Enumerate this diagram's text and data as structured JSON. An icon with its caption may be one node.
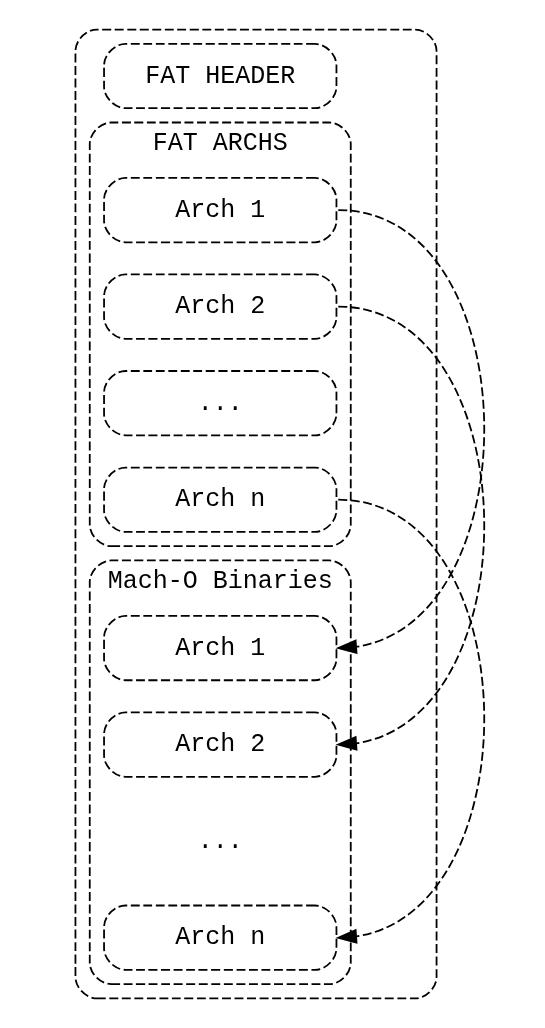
{
  "diagram": {
    "nodes": [
      {
        "text": [],
        "shape": "box"
      },
      {
        "text": [
          "FAT HEADER"
        ],
        "in": 0
      },
      {
        "text": [
          "FAT ARCHS"
        ],
        "in": 0
      },
      {
        "text": [
          "Arch 1"
        ],
        "in": 2
      },
      {
        "text": [
          "Arch 2"
        ],
        "in": 2
      },
      {
        "text": [
          "..."
        ],
        "in": 2
      },
      {
        "text": [
          "Arch n"
        ],
        "in": 2
      },
      {
        "text": [
          "Mach-O Binaries"
        ],
        "in": 0
      },
      {
        "text": [
          "Arch 1"
        ],
        "in": 7
      },
      {
        "text": [
          "Arch 2"
        ],
        "in": 7
      },
      {
        "text": [
          "Arch n"
        ],
        "in": 7
      }
    ],
    "edges": [
      {
        "from": 3,
        "to": 8,
        "arrow": "to",
        "style": "dashed"
      },
      {
        "from": 4,
        "to": 9,
        "arrow": "to",
        "style": "dashed"
      },
      {
        "from": 6,
        "to": 10,
        "arrow": "to",
        "style": "dashed"
      }
    ],
    "labels": [
      "..."
    ]
  }
}
